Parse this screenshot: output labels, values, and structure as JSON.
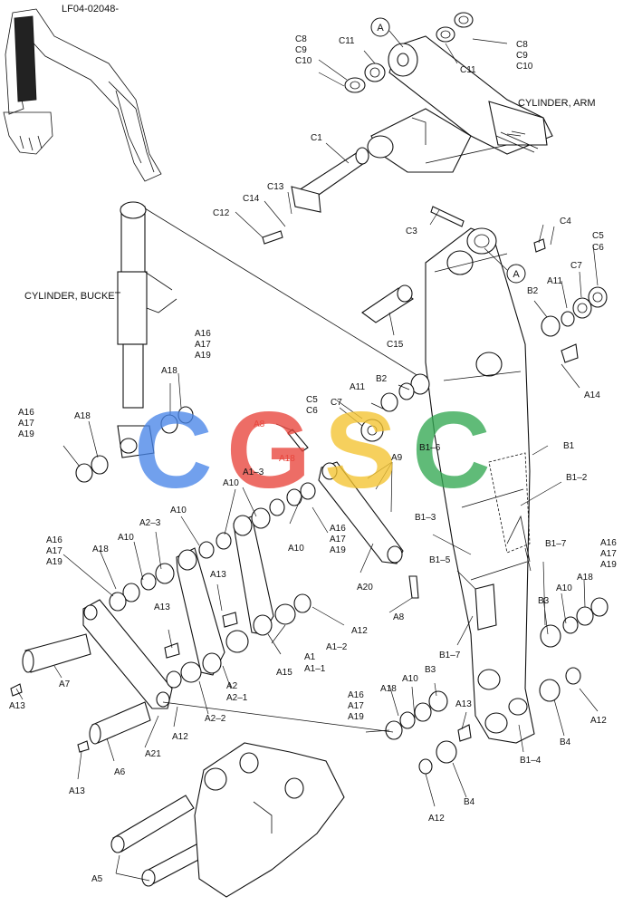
{
  "drawing_code": "LF04-02048-",
  "captions": {
    "cylinder_arm": "CYLINDER, ARM",
    "cylinder_bucket": "CYLINDER, BUCKET",
    "ref_a": "A"
  },
  "watermark": {
    "letters": [
      "C",
      "G",
      "S",
      "C"
    ],
    "colors": [
      "#4a86e8",
      "#e8453c",
      "#f4c430",
      "#34a853"
    ]
  },
  "labels": {
    "c8_top_left": "C8",
    "c9_top_left": "C9",
    "c10_top_left": "C10",
    "c11_left": "C11",
    "c11_right": "C11",
    "c8_top_right": "C8",
    "c9_top_right": "C9",
    "c10_top_right": "C10",
    "c1": "C1",
    "c12": "C12",
    "c14": "C14",
    "c13": "C13",
    "c3": "C3",
    "c4": "C4",
    "c5_right": "C5",
    "c6_right": "C6",
    "c7_right": "C7",
    "c15": "C15",
    "b2_top": "B2",
    "a11_top": "A11",
    "a14": "A14",
    "a11_mid": "A11",
    "b2_mid": "B2",
    "c5_mid": "C5",
    "c6_mid": "C6",
    "c7_mid": "C7",
    "a8_top": "A8",
    "a18_mid": "A18",
    "a9": "A9",
    "b1": "B1",
    "b1_6": "B1–6",
    "b1_2": "B1–2",
    "a16_left": "A16",
    "a17_left": "A17",
    "a19_left": "A19",
    "a18_left": "A18",
    "a16_upper": "A16",
    "a17_upper": "A17",
    "a19_upper": "A19",
    "a18_upper": "A18",
    "a10_upper": "A10",
    "a1_3": "A1–3",
    "a10_left": "A10",
    "a2_3": "A2–3",
    "a10_mid": "A10",
    "a16_mid": "A16",
    "a17_mid": "A17",
    "a19_mid": "A19",
    "b1_3": "B1–3",
    "b1_7_upper": "B1–7",
    "a16_right": "A16",
    "a17_right": "A17",
    "a19_right": "A19",
    "a16_l2": "A16",
    "a17_l2": "A17",
    "a19_l2": "A19",
    "a18_l2": "A18",
    "a10_l2": "A10",
    "a13_upper": "A13",
    "a20": "A20",
    "b1_5": "B1–5",
    "a18_right": "A18",
    "a10_right": "A10",
    "b3_right": "B3",
    "a12_upper": "A12",
    "a13_mid": "A13",
    "a8_low": "A8",
    "b1_7_lower": "B1–7",
    "a1": "A1",
    "a1_1": "A1–1",
    "a1_2": "A1–2",
    "a15": "A15",
    "a7": "A7",
    "a13_left": "A13",
    "a2": "A2",
    "a2_1": "A2–1",
    "a2_2": "A2–2",
    "a16_low": "A16",
    "a17_low": "A17",
    "a19_low": "A19",
    "a18_low": "A18",
    "a10_low": "A10",
    "b3_low": "B3",
    "a13_low": "A13",
    "a12_left": "A12",
    "a21": "A21",
    "a6": "A6",
    "a13_bottom": "A13",
    "b1_4": "B1–4",
    "b4_right": "B4",
    "a12_right": "A12",
    "b4_low": "B4",
    "a12_bottom": "A12",
    "a5": "A5"
  }
}
